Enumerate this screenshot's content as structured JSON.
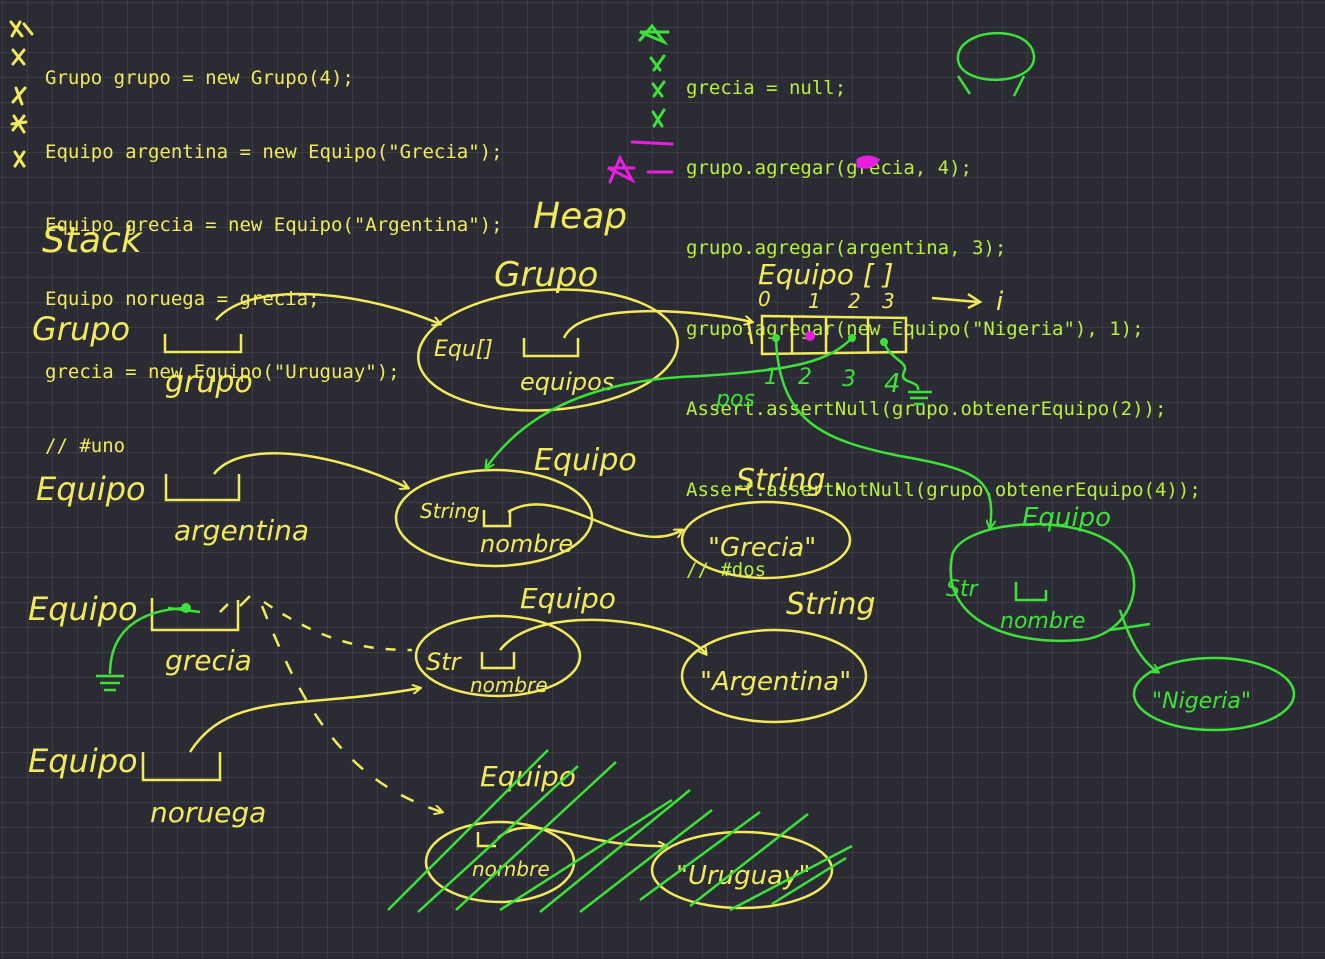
{
  "code_left": {
    "lines": [
      "Grupo grupo = new Grupo(4);",
      "Equipo argentina = new Equipo(\"Grecia\");",
      "Equipo grecia = new Equipo(\"Argentina\");",
      "Equipo noruega = grecia;",
      "grecia = new Equipo(\"Uruguay\");",
      "// #uno"
    ]
  },
  "code_right": {
    "lines": [
      "grecia = null;",
      "grupo.agregar(grecia, 4);",
      "grupo.agregar(argentina, 3);",
      "grupo.agregar(new Equipo(\"Nigeria\"), 1);",
      "Assert.assertNull(grupo.obtenerEquipo(2));",
      "Assert.assertNotNull(grupo.obtenerEquipo(4));",
      "// #dos"
    ]
  },
  "labels": {
    "stack": "Stack",
    "heap": "Heap",
    "grupo_type": "Grupo",
    "grupo_var": "grupo",
    "argentina_type": "Equipo",
    "argentina_var": "argentina",
    "grecia_type": "Equipo",
    "grecia_var": "grecia",
    "noruega_type": "Equipo",
    "noruega_var": "noruega",
    "grupo_obj": "Grupo",
    "equipos_field_type": "Equ[]",
    "equipos_field": "equipos",
    "array_title": "Equipo [ ]",
    "array_indices": [
      "0",
      "1",
      "2",
      "3"
    ],
    "index_var": "i",
    "positions": [
      "1",
      "2",
      "3",
      "4"
    ],
    "pos_label": "pos",
    "equipo1_title": "Equipo",
    "equipo1_field_type": "String",
    "equipo1_field": "nombre",
    "string1_title": "String .",
    "string1_value": "\"Grecia\"",
    "equipo2_title": "Equipo",
    "equipo2_field_type": "Str",
    "equipo2_field": "nombre",
    "string2_title": "String",
    "string2_value": "\"Argentina\"",
    "equipo3_title": "Equipo",
    "equipo3_field": "nombre",
    "string3_value": "\"Uruguay\"",
    "nigeria_equipo_title": "Equipo",
    "nigeria_field_type": "Str",
    "nigeria_field": "nombre",
    "nigeria_value": "\"Nigeria\""
  },
  "colors": {
    "background": "#2b2c33",
    "yellow": "#f2ea5c",
    "green": "#3ee03a",
    "code_green": "#b8f03c",
    "magenta": "#e81ee0"
  }
}
